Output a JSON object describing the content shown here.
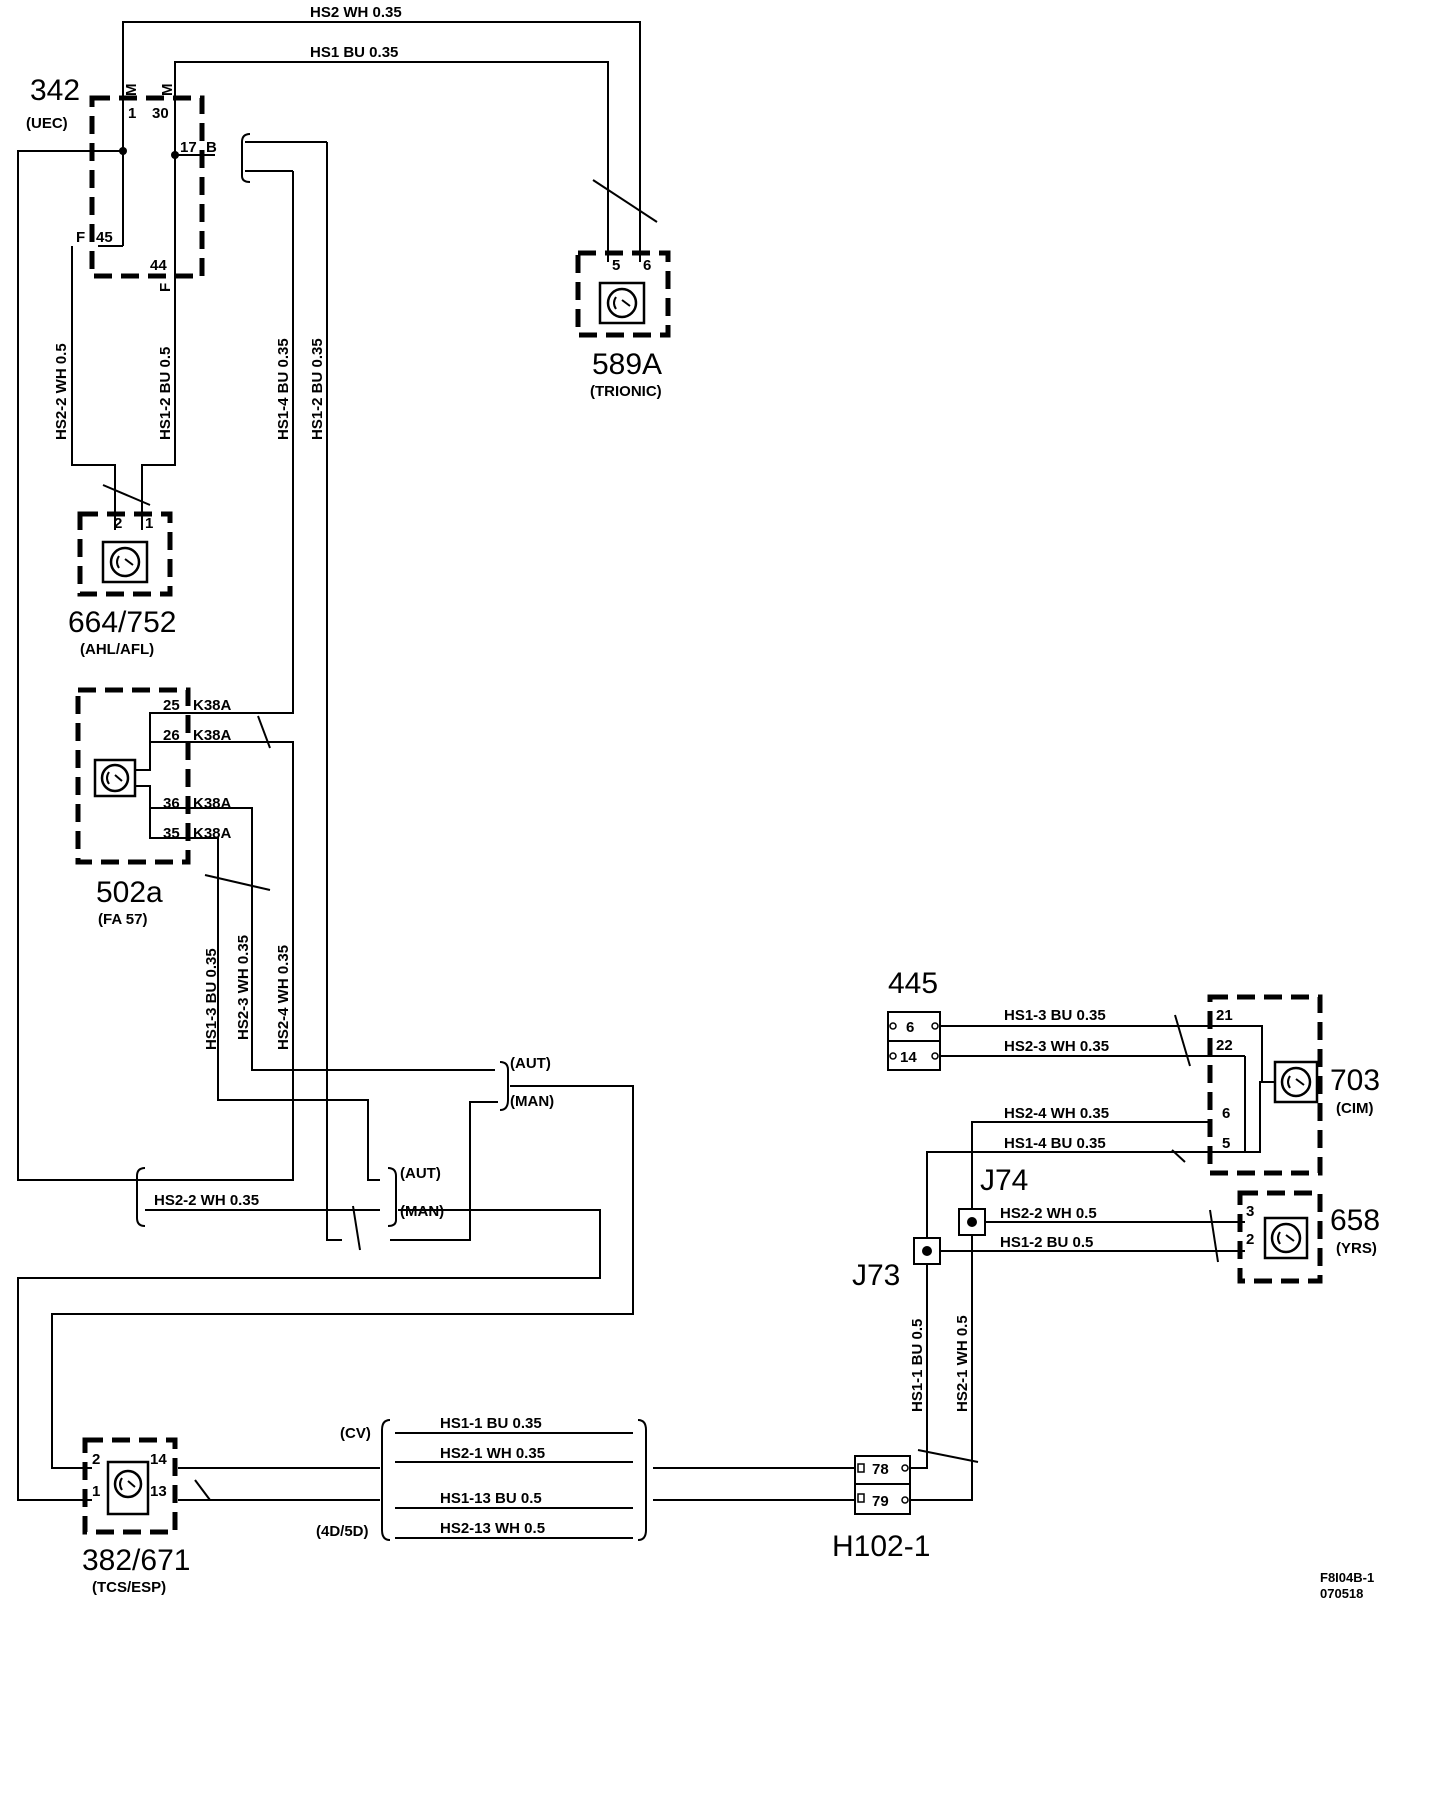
{
  "components": {
    "c342": {
      "code": "342",
      "name": "(UEC)"
    },
    "c589a": {
      "code": "589A",
      "name": "(TRIONIC)"
    },
    "c664": {
      "code": "664/752",
      "name": "(AHL/AFL)"
    },
    "c502a": {
      "code": "502a",
      "name": "(FA 57)"
    },
    "c445": {
      "code": "445"
    },
    "c703": {
      "code": "703",
      "name": "(CIM)"
    },
    "c658": {
      "code": "658",
      "name": "(YRS)"
    },
    "c382": {
      "code": "382/671",
      "name": "(TCS/ESP)"
    },
    "h102": {
      "code": "H102-1"
    }
  },
  "junctions": {
    "j73": "J73",
    "j74": "J74"
  },
  "wires": {
    "hs2_top": "HS2  WH 0.35",
    "hs1_top": "HS1  BU  0.35",
    "hs2_2_v": "HS2-2    WH 0.5",
    "hs1_2_v": "HS1-2    BU  0.5",
    "hs1_4_v": "HS1-4    BU  0.35",
    "hs1_2_v35": "HS1-2    BU  0.35",
    "hs1_3_v": "HS1-3    BU  0.35",
    "hs2_3_v": "HS2-3 WH  0.35",
    "hs2_4_v": "HS2-4    WH 0.35",
    "hs2_2_h": "HS2-2   WH   0.35",
    "hs1_3_445": "HS1-3   BU   0.35",
    "hs2_3_445": "HS2-3   WH   0.35",
    "hs2_4_h": "HS2-4   WH   0.35",
    "hs1_4_h": "HS1-4  BU    0.35",
    "hs2_2_658": "HS2-2  WH 0.5",
    "hs1_2_658": "HS1-2  BU  0.5",
    "hs1_1_v": "HS1-1 BU 0.5",
    "hs2_1_v": "HS2-1 WH 0.5",
    "hs1_1_h": "HS1-1      BU  0.35",
    "hs2_1_h": "HS2-1      WH 0.35",
    "hs1_13_h": "HS1-13      BU  0.5",
    "hs2_13_h": "HS2-13      WH 0.5"
  },
  "pins": {
    "p342_m1": "M",
    "p342_1": "1",
    "p342_m2": "M",
    "p342_30": "30",
    "p342_17": "17",
    "p342_b": "B",
    "p342_f45": "F",
    "p342_45": "45",
    "p342_44": "44",
    "p342_f44": "F",
    "p589_5": "5",
    "p589_6": "6",
    "p664_2": "2",
    "p664_1": "1",
    "p502_25": "25",
    "p502_26": "26",
    "p502_36": "36",
    "p502_35": "35",
    "k38a": "K38A",
    "p445_6": "6",
    "p445_14": "14",
    "p703_21": "21",
    "p703_22": "22",
    "p703_6": "6",
    "p703_5": "5",
    "p658_3": "3",
    "p658_2": "2",
    "p382_2": "2",
    "p382_14": "14",
    "p382_1": "1",
    "p382_13": "13",
    "p102_78": "78",
    "p102_79": "79"
  },
  "options": {
    "aut": "(AUT)",
    "man": "(MAN)",
    "cv": "(CV)",
    "d45": "(4D/5D)"
  },
  "reference": {
    "line1": "F8I04B-1",
    "line2": "070518"
  }
}
